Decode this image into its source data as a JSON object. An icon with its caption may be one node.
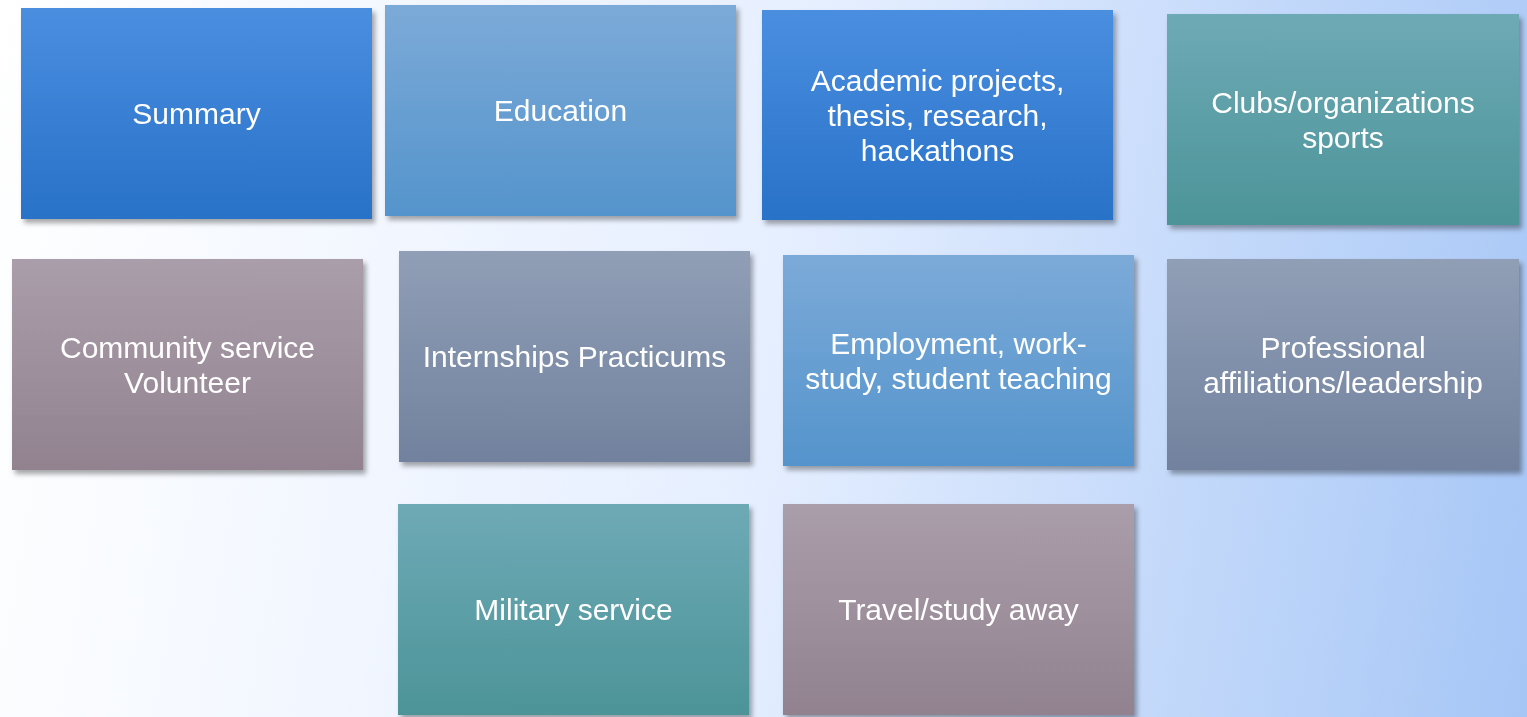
{
  "diagram": {
    "nodes": [
      {
        "text": [
          "Summary"
        ]
      },
      {
        "text": [
          "Education"
        ]
      },
      {
        "text": [
          "Academic projects, thesis, research, hackathons"
        ]
      },
      {
        "text": [
          "Clubs/organizations sports"
        ]
      },
      {
        "text": [
          "Community service Volunteer"
        ]
      },
      {
        "text": [
          "Internships Practicums"
        ]
      },
      {
        "text": [
          "Employment, work-study, student teaching"
        ]
      },
      {
        "text": [
          "Professional affiliations/leadership"
        ]
      },
      {
        "text": [
          "Military service"
        ]
      },
      {
        "text": [
          "Travel/study away"
        ]
      }
    ],
    "edges": []
  }
}
